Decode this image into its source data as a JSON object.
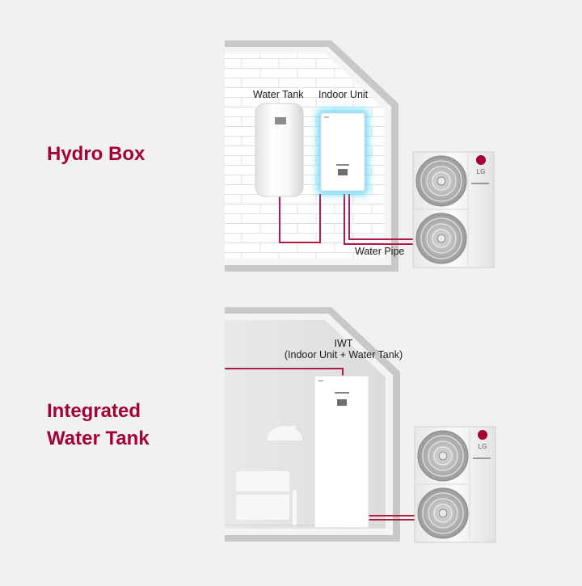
{
  "sections": [
    {
      "title": "Hydro Box",
      "labels": {
        "water_tank": "Water Tank",
        "indoor_unit": "Indoor Unit",
        "water_pipe": "Water Pipe"
      }
    },
    {
      "title_line1": "Integrated",
      "title_line2": "Water Tank",
      "labels": {
        "iwt": "IWT",
        "iwt_detail": "(Indoor Unit + Water Tank)"
      }
    }
  ],
  "outdoor_unit": {
    "brand": "LG",
    "brand_icon": "lg-logo-icon",
    "fan_icon": "fan-grille-icon"
  },
  "colors": {
    "accent": "#a50034",
    "pipe": "#b01c44",
    "indoor_glow": "#4ad2f5"
  }
}
